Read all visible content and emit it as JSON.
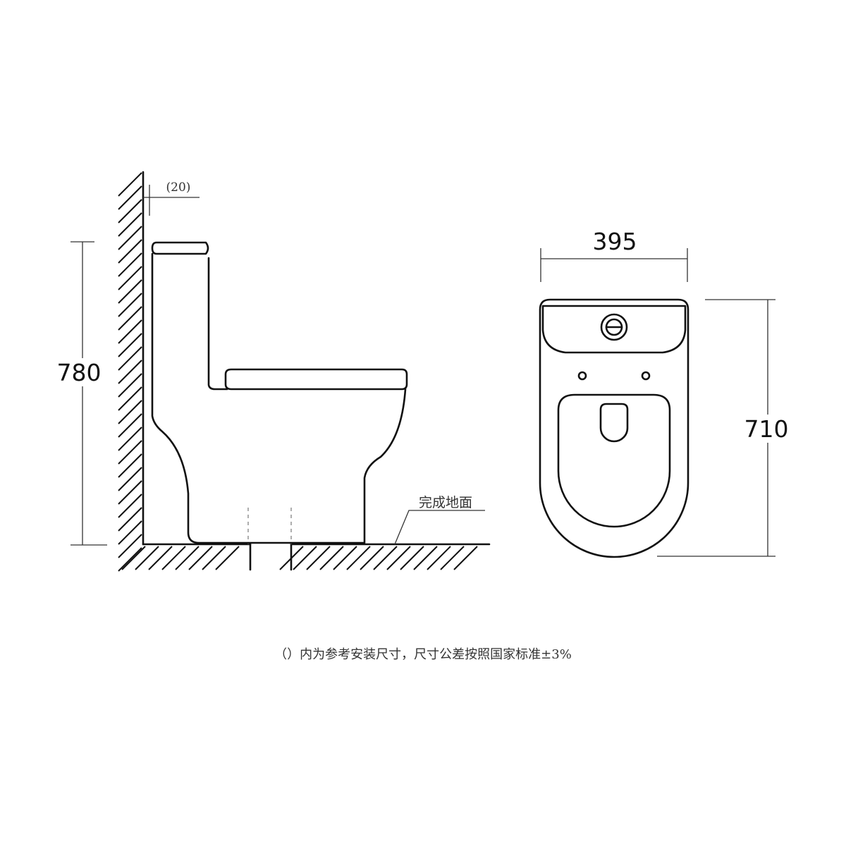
{
  "side_view": {
    "height_dim": "780",
    "wall_offset": "(20)",
    "floor_label": "完成地面"
  },
  "top_view": {
    "width_dim": "395",
    "depth_dim": "710"
  },
  "note": "（）内为参考安装尺寸，尺寸公差按照国家标准±3%"
}
